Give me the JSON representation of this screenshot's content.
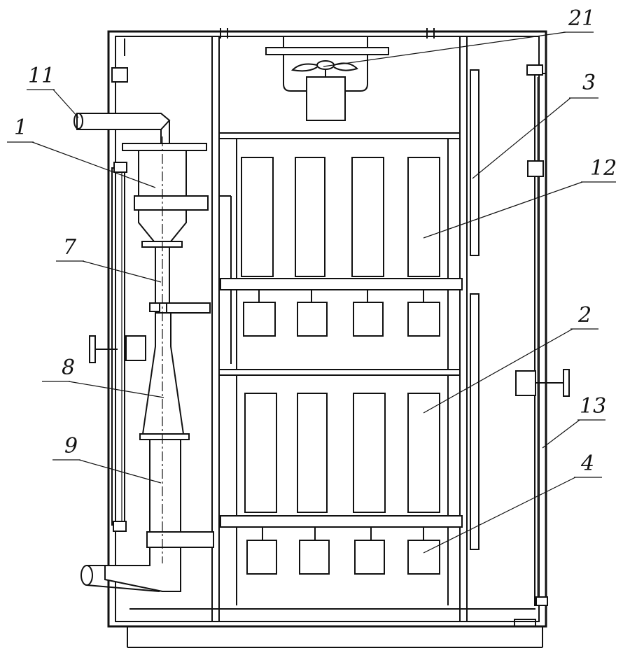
{
  "labels": {
    "l1": "1",
    "l2": "2",
    "l3": "3",
    "l4": "4",
    "l7": "7",
    "l8": "8",
    "l9": "9",
    "l11": "11",
    "l12": "12",
    "l13": "13",
    "l21": "21"
  },
  "colors": {
    "ink": "#111111",
    "paper": "#ffffff"
  }
}
